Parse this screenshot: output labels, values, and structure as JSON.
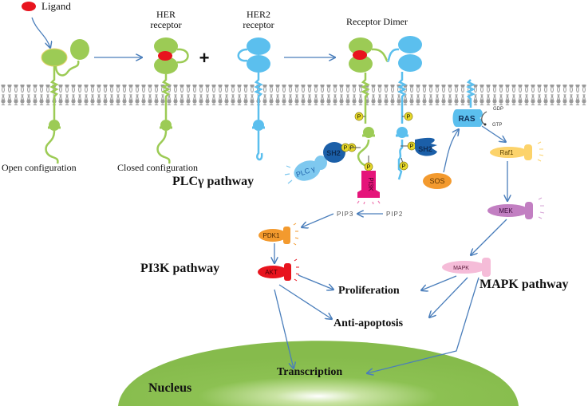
{
  "title": "HER2 receptor signaling pathways",
  "legend": {
    "ligand_label": "Ligand",
    "ligand_color": "#e8141e"
  },
  "receptors": {
    "her_label_1": "HER",
    "her_label_2": "receptor",
    "her2_label_1": "HER2",
    "her2_label_2": "receptor",
    "dimer_label": "Receptor Dimer",
    "plus_sign": "+",
    "open_config": "Open configuration",
    "closed_config": "Closed configuration",
    "her_color": "#9ccb55",
    "her2_color": "#5bbfee"
  },
  "pathways": {
    "plc": "PLCγ pathway",
    "pi3k": "PI3K pathway",
    "mapk": "MAPK pathway"
  },
  "molecules": {
    "phospho": "P",
    "sh2_left": "SH2",
    "sh2_right": "SH2",
    "plcg": "PLC γ",
    "pi3k": "PI3K",
    "sos": "SOS",
    "ras": "RAS",
    "gdp": "GDP",
    "gtp": "GTP",
    "raf1": "Raf1",
    "mek": "MEK",
    "mapk": "MAPK",
    "pip2": "PIP2",
    "pip3": "PIP3",
    "pdk1": "PDK1",
    "akt": "AKT"
  },
  "outcomes": {
    "proliferation": "Proliferation",
    "anti_apoptosis": "Anti-apoptosis",
    "transcription": "Transcription",
    "nucleus": "Nucleus"
  },
  "colors": {
    "arrow": "#4a7ebb",
    "membrane": "#9a9a9a",
    "nucleus": "#8cc152",
    "sh2": "#1b5fa8",
    "plcg": "#7ec8ef",
    "pi3k": "#e5147a",
    "sos": "#f39a2e",
    "ras": "#5bbfee",
    "raf1": "#fcd36b",
    "mek": "#c27fc2",
    "mapk": "#f5bcd8",
    "pdk1": "#f39a2e",
    "akt": "#e8141e",
    "phospho": "#e7d92a"
  }
}
